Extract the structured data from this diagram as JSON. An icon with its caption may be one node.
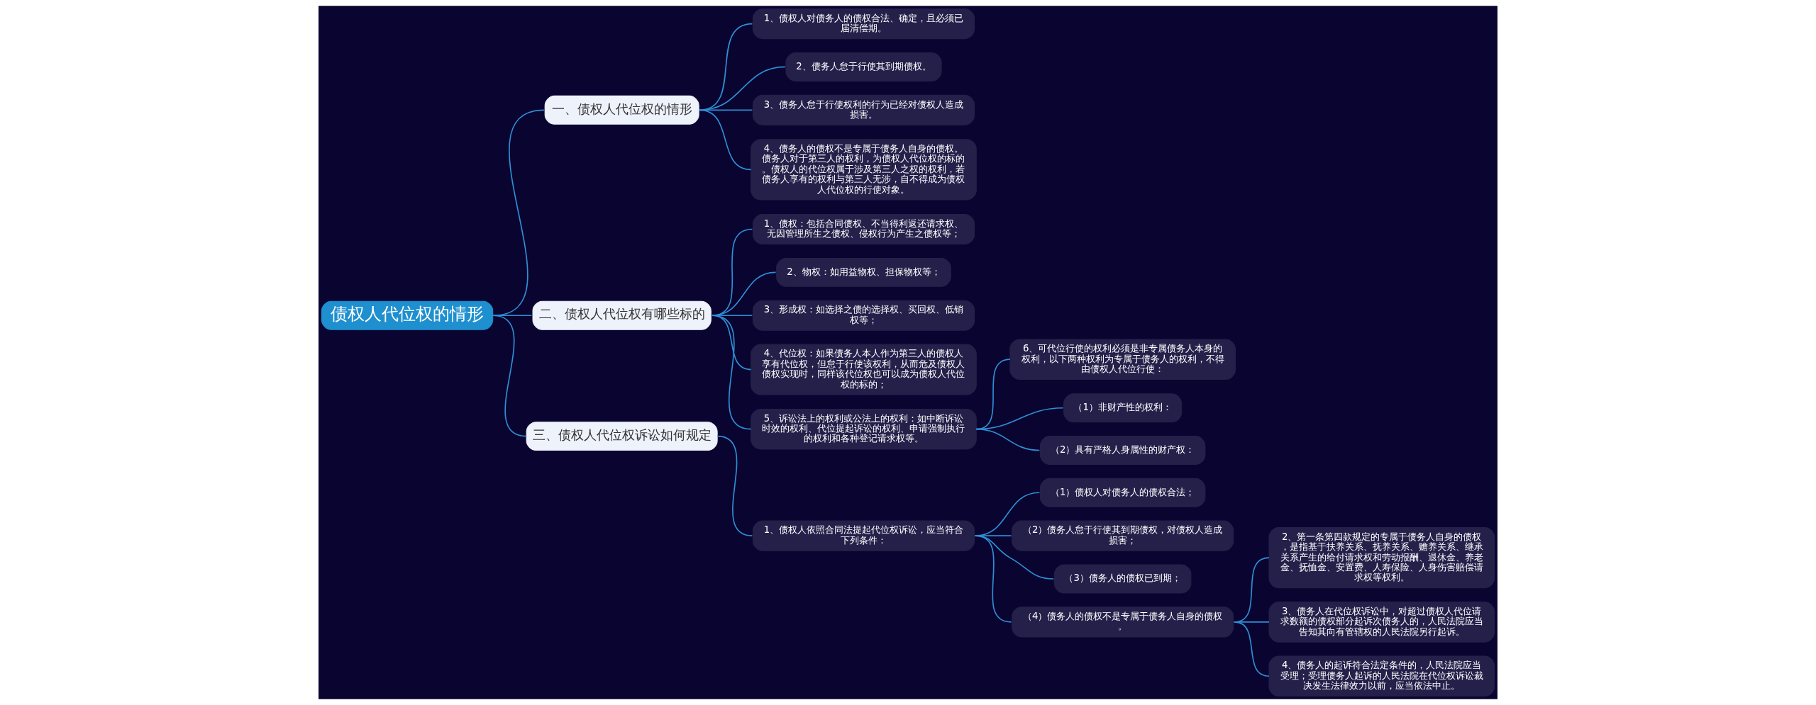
{
  "diagram": {
    "nodes": [
      {
        "text": [
          "债权人代位权的情形"
        ]
      },
      {
        "text": [
          "一、债权人代位权的情形"
        ]
      },
      {
        "text": [
          "1、债权人对债务人的债权合法、确定，且必须已届清偿期。"
        ]
      },
      {
        "text": [
          "2、债务人怠于行使其到期债权。"
        ]
      },
      {
        "text": [
          "3、债务人怠于行使权利的行为已经对债权人造成损害。"
        ]
      },
      {
        "text": [
          "4、债务人的债权不是专属于债务人自身的债权。债务人对于第三人的权利，为债权人代位权的标的。债权人的代位权属于涉及第三人之权的权利，若债务人享有的权利与第三人无涉，自不得成为债权人代位权的行使对象。"
        ]
      },
      {
        "text": [
          "二、债权人代位权有哪些标的"
        ]
      },
      {
        "text": [
          "1、债权：包括合同债权、不当得利返还请求权、无因管理所生之债权、侵权行为产生之债权等；"
        ]
      },
      {
        "text": [
          "2、物权：如用益物权、担保物权等；"
        ]
      },
      {
        "text": [
          "3、形成权：如选择之债的选择权、买回权、低销权等；"
        ]
      },
      {
        "text": [
          "4、代位权：如果债务人本人作为第三人的债权人享有代位权，但怠于行使该权利，从而危及债权人债权实现时，同样该代位权也可以成为债权人代位权的标的；"
        ]
      },
      {
        "text": [
          "5、诉讼法上的权利或公法上的权利：如中断诉讼时效的权利、代位提起诉讼的权利、申请强制执行的权利和各种登记请求权等。"
        ]
      },
      {
        "text": [
          "6、可代位行使的权利必须是非专属债务人本身的权利，以下两种权利为专属于债务人的权利，不得由债权人代位行使："
        ]
      },
      {
        "text": [
          "（1）非财产性的权利："
        ]
      },
      {
        "text": [
          "（2）具有严格人身属性的财产权："
        ]
      },
      {
        "text": [
          "三、债权人代位权诉讼如何规定"
        ]
      },
      {
        "text": [
          "1、债权人依照合同法提起代位权诉讼，应当符合下列条件："
        ]
      },
      {
        "text": [
          "（1）债权人对债务人的债权合法；"
        ]
      },
      {
        "text": [
          "（2）债务人怠于行使其到期债权，对债权人造成损害；"
        ]
      },
      {
        "text": [
          "（3）债务人的债权已到期；"
        ]
      },
      {
        "text": [
          "（4）债务人的债权不是专属于债务人自身的债权。"
        ]
      },
      {
        "text": [
          "2、第一条第四款规定的专属于债务人自身的债权，是指基于扶养关系、抚养关系、赡养关系、继承关系产生的给付请求权和劳动报酬、退休金、养老金、抚恤金、安置费、人寿保险、人身伤害赔偿请求权等权利。"
        ]
      },
      {
        "text": [
          "3、债务人在代位权诉讼中，对超过债权人代位请求数额的债权部分起诉次债务人的，人民法院应当告知其向有管辖权的人民法院另行起诉。"
        ]
      },
      {
        "text": [
          "4、债务人的起诉符合法定条件的，人民法院应当受理；受理债务人起诉的人民法院在代位权诉讼裁决发生法律效力以前，应当依法中止。"
        ]
      }
    ],
    "edges": [
      {
        "from": 0,
        "to": 1,
        "arrow": "none"
      },
      {
        "from": 1,
        "to": 2,
        "arrow": "none"
      },
      {
        "from": 1,
        "to": 3,
        "arrow": "none"
      },
      {
        "from": 1,
        "to": 4,
        "arrow": "none"
      },
      {
        "from": 1,
        "to": 5,
        "arrow": "none"
      },
      {
        "from": 0,
        "to": 6,
        "arrow": "none"
      },
      {
        "from": 6,
        "to": 7,
        "arrow": "none"
      },
      {
        "from": 6,
        "to": 8,
        "arrow": "none"
      },
      {
        "from": 6,
        "to": 9,
        "arrow": "none"
      },
      {
        "from": 6,
        "to": 10,
        "arrow": "none"
      },
      {
        "from": 6,
        "to": 11,
        "arrow": "none"
      },
      {
        "from": 11,
        "to": 12,
        "arrow": "none"
      },
      {
        "from": 11,
        "to": 13,
        "arrow": "none"
      },
      {
        "from": 11,
        "to": 14,
        "arrow": "none"
      },
      {
        "from": 0,
        "to": 15,
        "arrow": "none"
      },
      {
        "from": 15,
        "to": 16,
        "arrow": "none"
      },
      {
        "from": 16,
        "to": 17,
        "arrow": "none"
      },
      {
        "from": 16,
        "to": 18,
        "arrow": "none"
      },
      {
        "from": 16,
        "to": 19,
        "arrow": "none"
      },
      {
        "from": 16,
        "to": 20,
        "arrow": "none"
      },
      {
        "from": 20,
        "to": 21,
        "arrow": "none"
      },
      {
        "from": 20,
        "to": 22,
        "arrow": "none"
      },
      {
        "from": 20,
        "to": 23,
        "arrow": "none"
      }
    ]
  }
}
